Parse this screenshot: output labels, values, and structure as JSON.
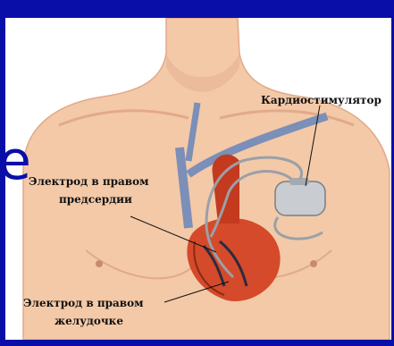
{
  "labels": {
    "pacemaker": "Кардиостимулятор",
    "atrium_line1": "Электрод в правом",
    "atrium_line2": "предсердии",
    "ventricle_line1": "Электрод в правом",
    "ventricle_line2": "желудочке"
  },
  "stray_glyph": "e",
  "colors": {
    "background": "#0a0ea8",
    "skin": "#f3c9a8",
    "skin_shadow": "#e2a98a",
    "heart": "#d44a2a",
    "vessel_blue": "#7b8fb8",
    "device": "#c9ccd1"
  },
  "icons": [
    "pacemaker-device-icon",
    "heart-icon",
    "lead-wire-icon",
    "torso-icon"
  ]
}
